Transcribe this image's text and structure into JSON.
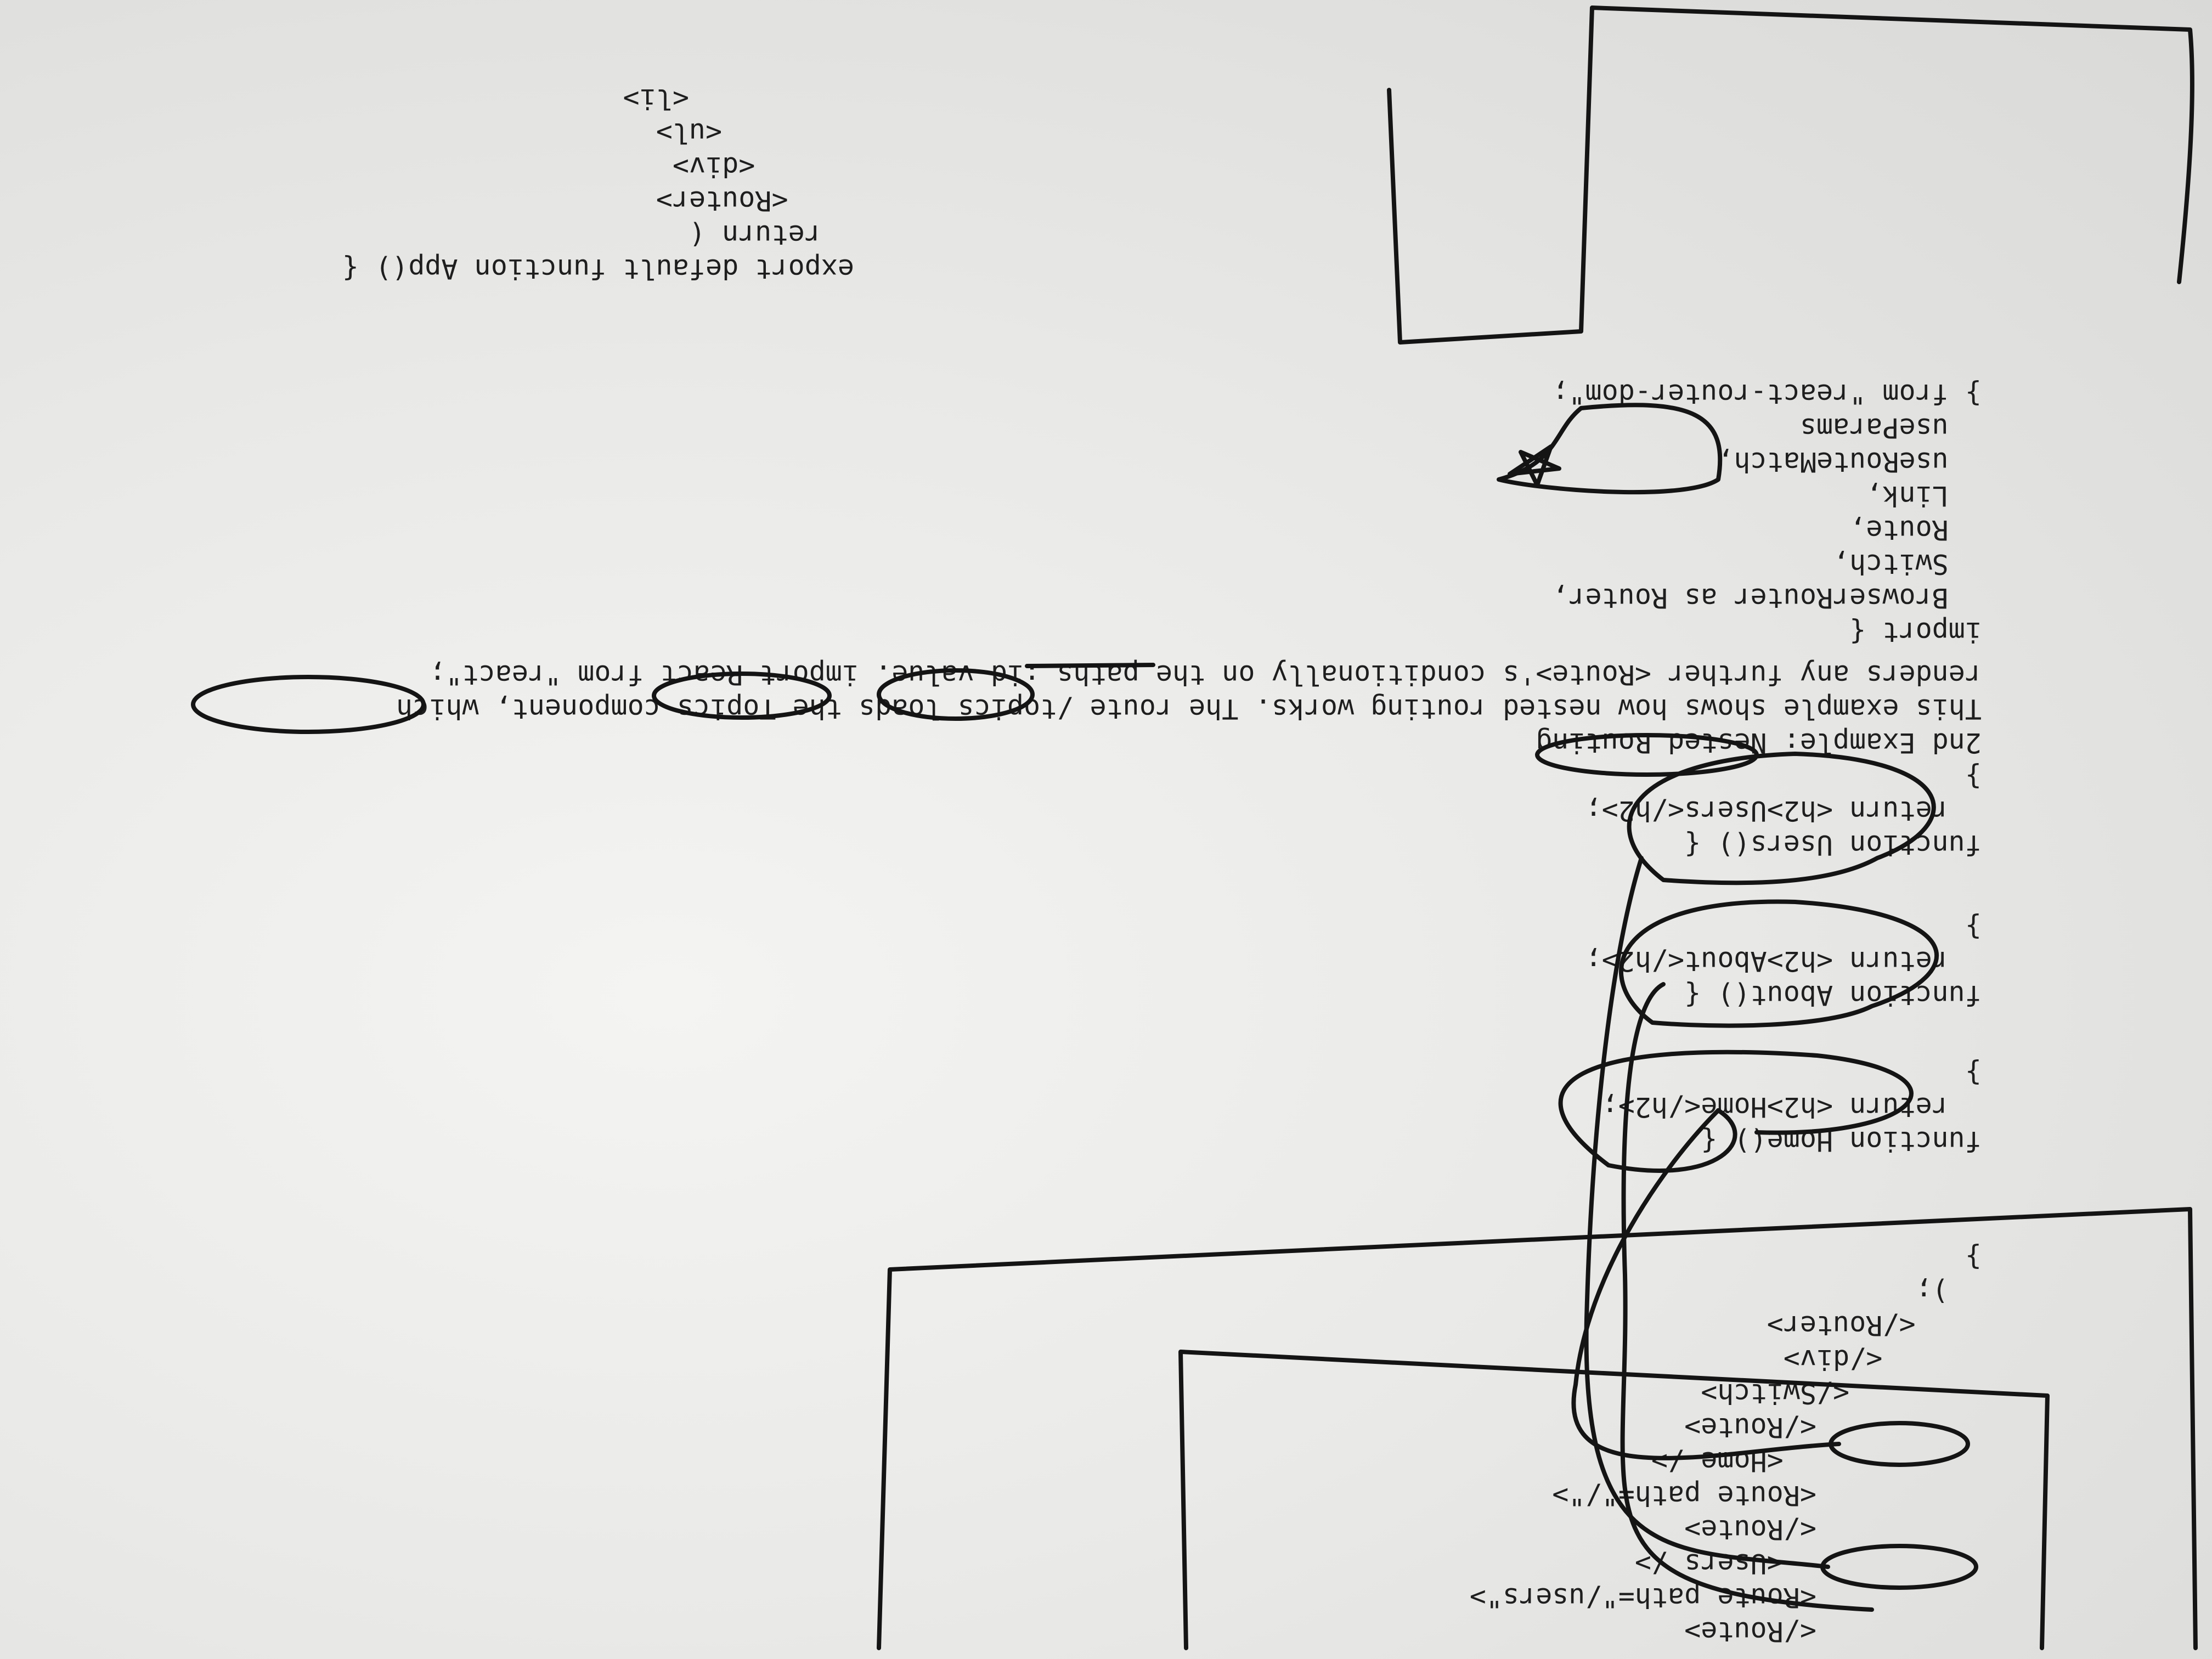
{
  "code_lines": [
    "export default function App() {",
    "  return (",
    "    <Router>",
    "      <div>",
    "        <ul>",
    "          <li>",
    "          </Route>",
    "          <Route path=\"/users\">",
    "            <Users />",
    "          </Route>",
    "          <Route path=\"/\">",
    "            <Home />",
    "          </Route>",
    "        </Switch>",
    "      </div>",
    "    </Router>",
    "  );",
    "}",
    "function Home() {",
    "  return <h2>Home</h2>;",
    "}",
    "function About() {",
    "  return <h2>About</h2>;",
    "}",
    "function Users() {",
    "  return <h2>Users</h2>;",
    "}",
    "2nd Example: Nested Routing",
    "This example shows how nested routing works. The route /topics loads the Topics component, which",
    "renders any further <Route>'s conditionally on the paths :id value. import React from \"react\";",
    "import {",
    "  BrowserRouter as Router,",
    "  Switch,",
    "  Route,",
    "  Link,",
    "  useRouteMatch,",
    "  useParams",
    "} from \"react-router-dom\";"
  ],
  "ink_color": "#141414"
}
